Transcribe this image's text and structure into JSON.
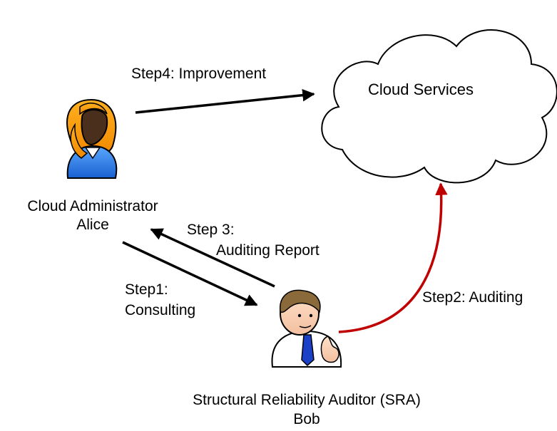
{
  "cloud": {
    "label": "Cloud Services"
  },
  "actors": {
    "admin": {
      "role": "Cloud Administrator",
      "name": "Alice",
      "icon": "female-user-icon"
    },
    "auditor": {
      "role": "Structural Reliability Auditor (SRA)",
      "name": "Bob",
      "icon": "male-auditor-icon"
    }
  },
  "steps": {
    "step1": {
      "line1": "Step1:",
      "line2": "Consulting"
    },
    "step2": {
      "label": "Step2: Auditing",
      "color": "#c00000"
    },
    "step3": {
      "line1": "Step 3:",
      "line2": "Auditing Report"
    },
    "step4": {
      "label": "Step4: Improvement"
    }
  }
}
